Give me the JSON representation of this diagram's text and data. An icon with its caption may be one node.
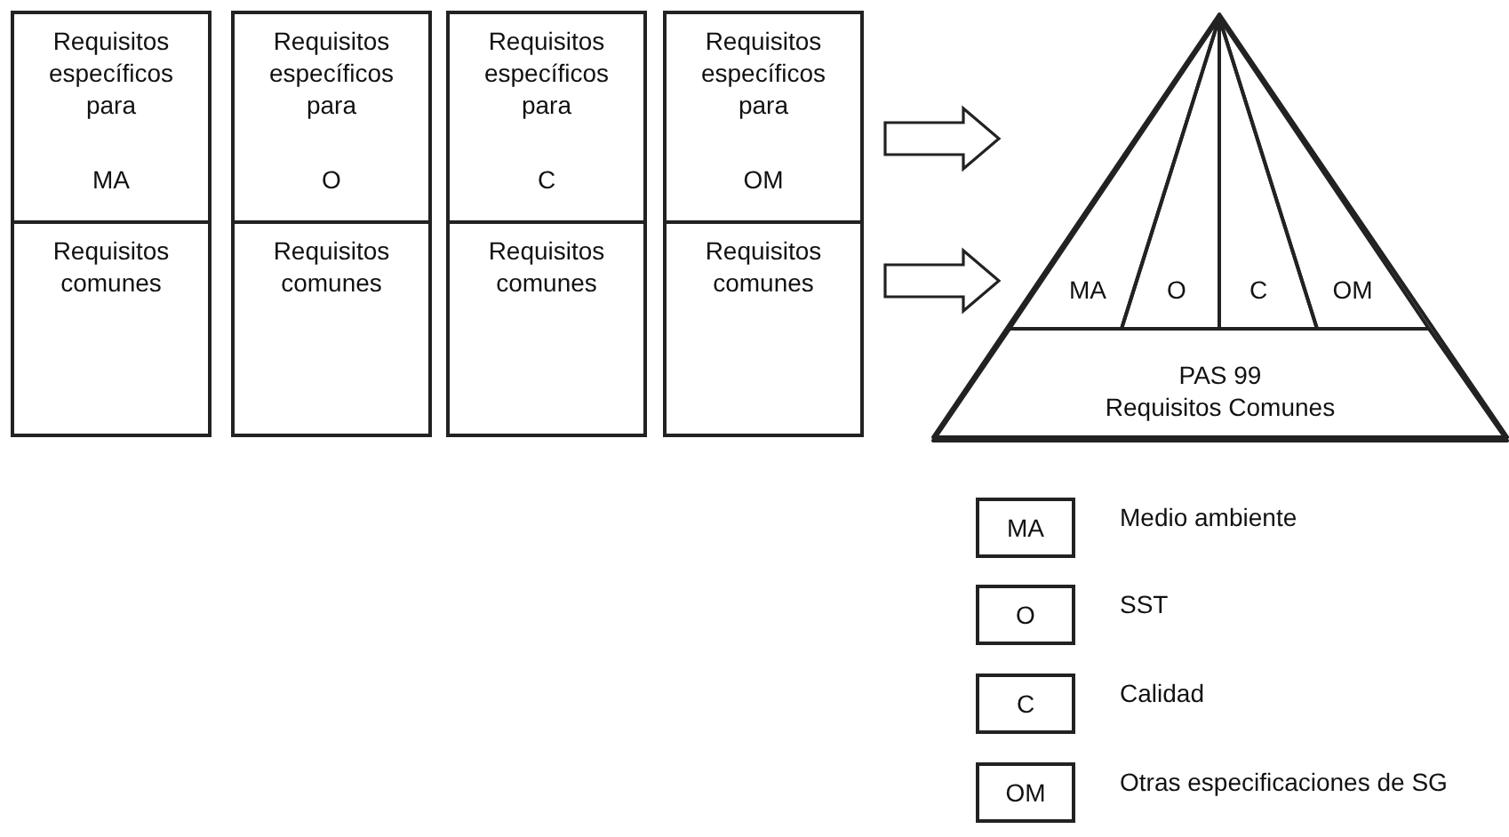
{
  "diagram": {
    "nodes": [
      {
        "text": [
          "Requisitos específicos para",
          "MA"
        ]
      },
      {
        "text": [
          "Requisitos específicos para",
          "O"
        ]
      },
      {
        "text": [
          "Requisitos específicos para",
          "C"
        ]
      },
      {
        "text": [
          "Requisitos específicos para",
          "OM"
        ]
      },
      {
        "text": [
          "Requisitos comunes"
        ]
      },
      {
        "text": [
          "Requisitos comunes"
        ]
      },
      {
        "text": [
          "Requisitos comunes"
        ]
      },
      {
        "text": [
          "Requisitos comunes"
        ]
      },
      {
        "text": [],
        "shape": "triangle"
      },
      {
        "text": [
          "MA"
        ],
        "in": 8
      },
      {
        "text": [
          "O"
        ],
        "in": 8
      },
      {
        "text": [
          "C"
        ],
        "in": 8
      },
      {
        "text": [
          "OM"
        ],
        "in": 8
      },
      {
        "text": [
          "PAS 99",
          "Requisitos Comunes"
        ],
        "in": 8
      },
      {
        "text": [
          "MA"
        ],
        "beside": [
          "Medio ambiente"
        ]
      },
      {
        "text": [
          "O"
        ],
        "beside": [
          "SST"
        ]
      },
      {
        "text": [
          "C"
        ],
        "beside": [
          "Calidad"
        ]
      },
      {
        "text": [
          "OM"
        ],
        "beside": [
          "Otras especificaciones de SG"
        ]
      }
    ],
    "edges": [
      {
        "from": 3,
        "to": 8,
        "arrow": "to"
      },
      {
        "from": 7,
        "to": 8,
        "arrow": "to"
      }
    ]
  }
}
